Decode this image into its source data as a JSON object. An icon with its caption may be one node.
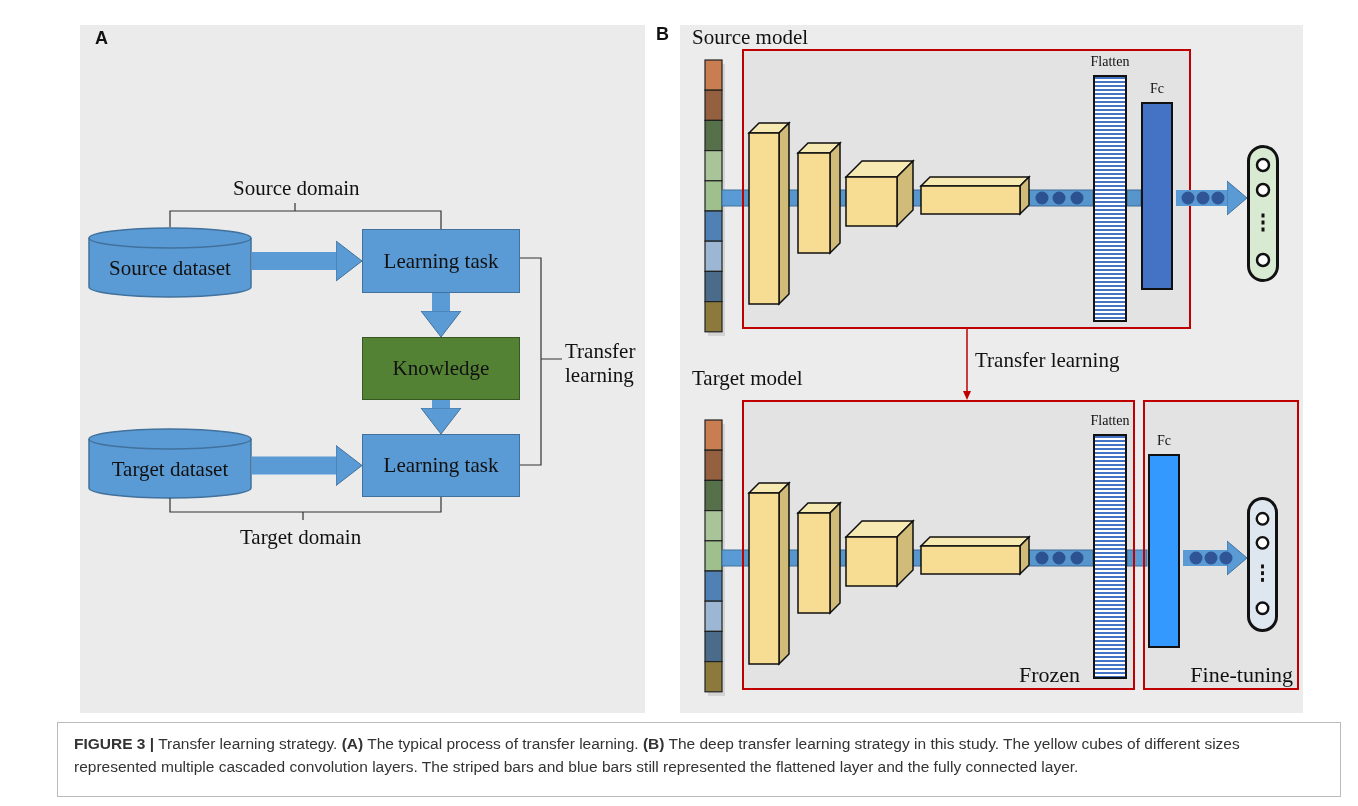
{
  "diagram": {
    "caption": "**FIGURE 3 |** Transfer learning strategy. **(A)** The typical process of transfer learning. **(B)** The deep transfer learning strategy in this study. The yellow cubes of different sizes represented multiple cascaded convolution layers. The striped bars and blue bars still represented the flattened layer and the fully connected layer.",
    "nodes": [
      {
        "text": [
          "Source dataset"
        ]
      },
      {
        "text": [
          "Learning task"
        ]
      },
      {
        "text": [
          "Knowledge"
        ]
      },
      {
        "text": [
          "Target dataset"
        ]
      },
      {
        "text": [
          "Learning task"
        ]
      },
      {
        "text": [],
        "shape": "box"
      },
      {
        "text": [
          "Flatten"
        ],
        "in": 5
      },
      {
        "text": [
          "Fc"
        ],
        "in": 5
      },
      {
        "text": [],
        "shape": "box"
      },
      {
        "text": [
          "Frozen"
        ]
      },
      {
        "text": [
          "Flatten"
        ],
        "in": 9
      },
      {
        "text": [
          "Fine-tuning"
        ]
      },
      {
        "text": [
          "Fc"
        ],
        "in": 11
      },
      {
        "text": [],
        "shape": "box",
        "in": 11
      }
    ],
    "edges": [
      {
        "from": 0,
        "to": 1,
        "arrow": "to"
      },
      {
        "from": 1,
        "to": 2,
        "arrow": "to"
      },
      {
        "from": 2,
        "to": 4,
        "arrow": "to"
      },
      {
        "from": 3,
        "to": 4,
        "arrow": "to"
      },
      {
        "from": 7,
        "to": 8,
        "arrow": "to"
      },
      {
        "from": 5,
        "to": 9,
        "arrow": "to",
        "label": "Transfer learning",
        "color": "#c00000"
      },
      {
        "from": 12,
        "to": 13,
        "arrow": "to"
      }
    ],
    "labels": [
      "A",
      "B",
      "Source model",
      "Source domain",
      "Transfer learning",
      "Target model",
      "Target domain"
    ]
  }
}
